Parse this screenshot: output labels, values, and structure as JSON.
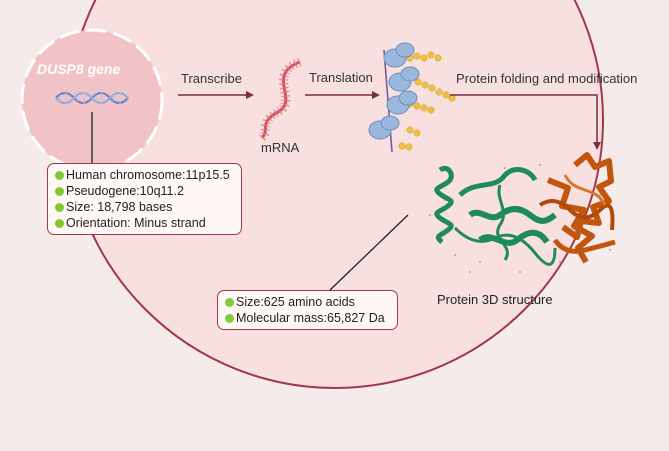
{
  "gene": {
    "title": "DUSP8 gene"
  },
  "flow": {
    "transcribe": "Transcribe",
    "mrna": "mRNA",
    "translation": "Translation",
    "folding": "Protein folding and modification"
  },
  "gene_info": [
    "Human chromosome:11p15.5",
    "Pseudogene:10q11.2",
    "Size: 18,798 bases",
    "Orientation: Minus strand"
  ],
  "protein_info": [
    "Size:625 amino acids",
    "Molecular mass:65,827 Da"
  ],
  "structure": {
    "label": "Protein  3D structure"
  },
  "colors": {
    "background": "#f6ebeb",
    "big_circle": "#f8dfe0",
    "circle_border": "#a0384a",
    "nucleus": "#f1c3c6",
    "arrow": "#7a2e3a",
    "mrna": "#d0525e",
    "bullet": "#7dcb35",
    "protein_green": "#1f8a5c",
    "protein_orange": "#c2560e",
    "ribosome": "#9ab8de",
    "amino_acid": "#f0c040"
  },
  "icons": [
    "dna-helix-icon",
    "mrna-strand-icon",
    "ribosome-translation-icon",
    "protein-structure-icon"
  ]
}
